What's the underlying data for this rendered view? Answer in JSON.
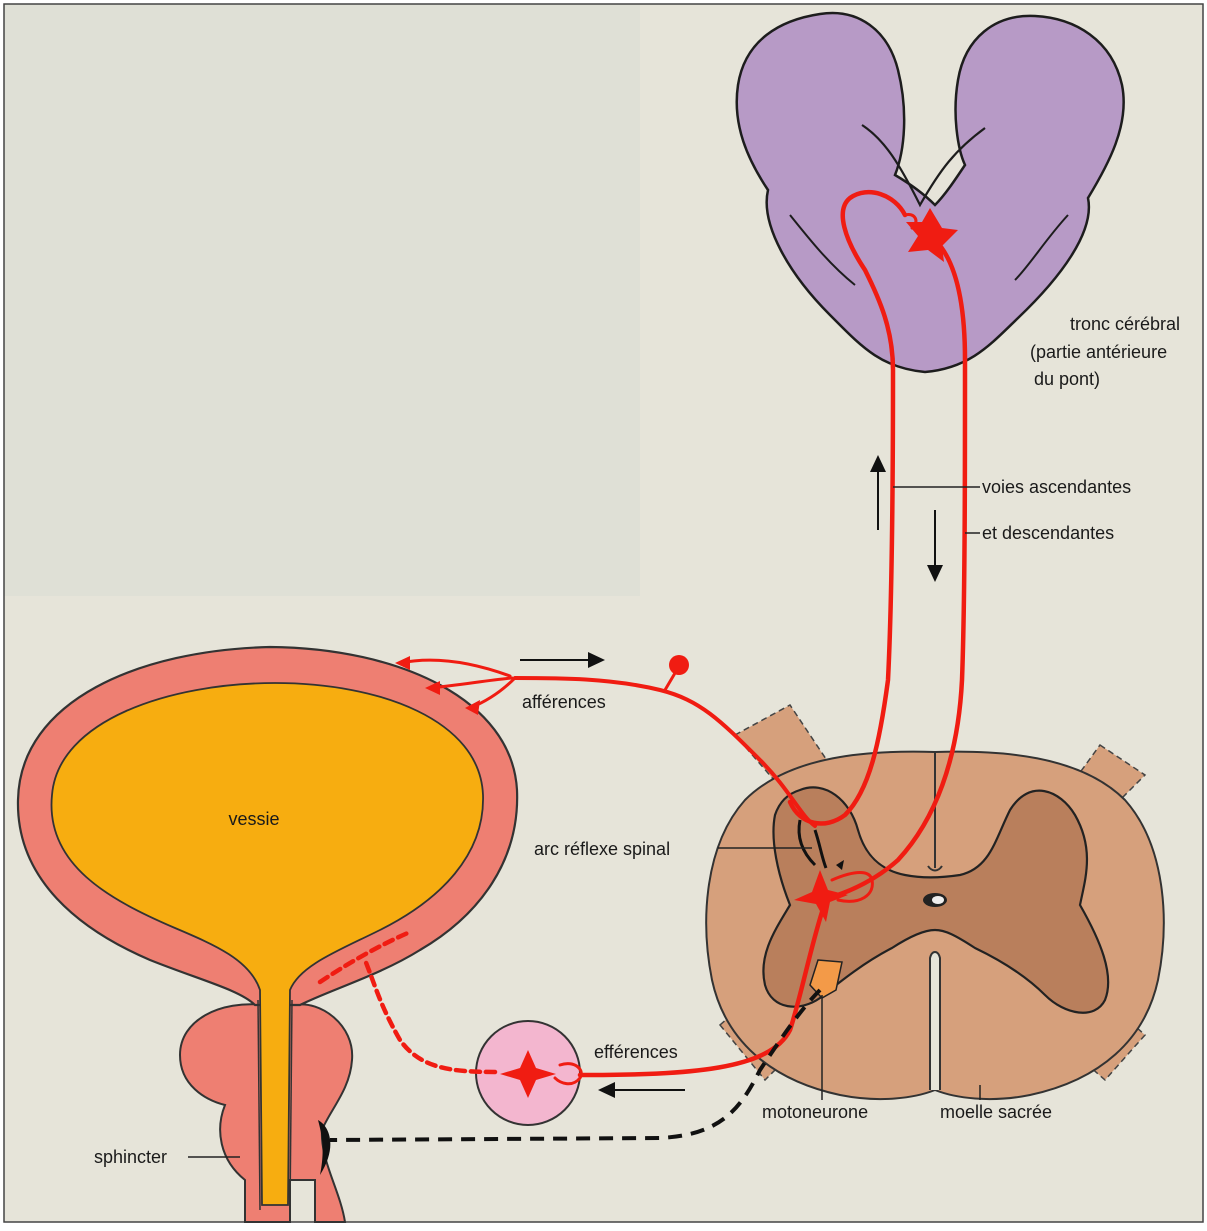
{
  "labels": {
    "vessie": "vessie",
    "afferences": "afférences",
    "efferences": "efférences",
    "arc_reflexe": "arc réflexe spinal",
    "sphincter": "sphincter",
    "motoneurone": "motoneurone",
    "moelle_sacree": "moelle sacrée",
    "tronc_line1": "tronc cérébral",
    "tronc_line2": "(partie antérieure",
    "tronc_line3": "du pont)",
    "voies_ascendantes": "voies ascendantes",
    "et_descendantes": "et descendantes"
  },
  "colors": {
    "background_paper": "#e6e4d9",
    "blank_panel": "#dfe0d6",
    "brainstem": "#b79ac6",
    "bladder_wall": "#ee7f72",
    "bladder_lumen": "#f7ad10",
    "spinal_cord": "#d6a07c",
    "grey_matter": "#b97f5c",
    "ganglion": "#f3b6cf",
    "nerve_red": "#f01c12",
    "motoneuron": "#f39a48"
  }
}
